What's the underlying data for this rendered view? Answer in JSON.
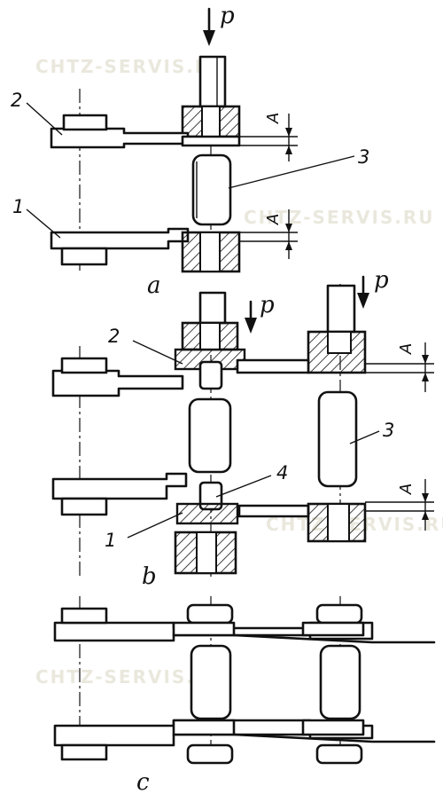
{
  "labels": {
    "force": "p",
    "gap": "A",
    "part_1": "1",
    "part_2": "2",
    "part_3": "3",
    "part_4": "4",
    "view_a": "a",
    "view_b": "b",
    "view_c": "c"
  },
  "watermark": {
    "text_1": "CHTZ-SERVIS.RU",
    "text_2": "CHTZ-SERVIS.RU",
    "text_3": "CHTZ-SERVIS.RU",
    "text_4": "CHTZ-SERVIS.RU"
  },
  "colors": {
    "ink": "#111111",
    "watermark": "#d9d6c2",
    "hatch": "#111111"
  }
}
